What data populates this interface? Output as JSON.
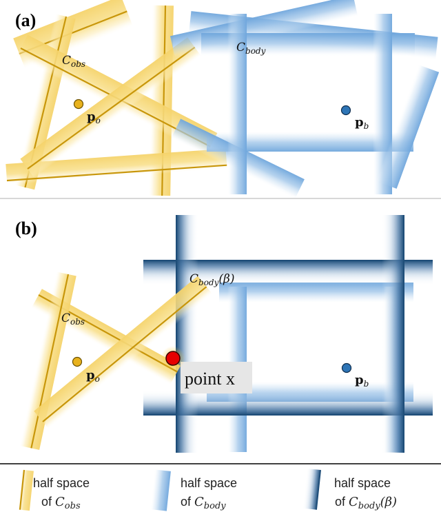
{
  "panels": {
    "a": {
      "label": "(a)",
      "c_obs_label": {
        "base": "C",
        "sub": "obs"
      },
      "c_body_label": {
        "base": "C",
        "sub": "body"
      },
      "p_o": {
        "base": "p",
        "sub": "o"
      },
      "p_b": {
        "base": "p",
        "sub": "b"
      }
    },
    "b": {
      "label": "(b)",
      "c_obs_label": {
        "base": "C",
        "sub": "obs"
      },
      "c_body_beta_label": {
        "base": "C",
        "sub": "body",
        "suffix": "(β)"
      },
      "p_o": {
        "base": "p",
        "sub": "o"
      },
      "p_b": {
        "base": "p",
        "sub": "b"
      },
      "point_x_label": "point x"
    }
  },
  "legend": [
    {
      "line1": "half space",
      "prefix": "of ",
      "base": "C",
      "sub": "obs",
      "suffix": ""
    },
    {
      "line1": "half space",
      "prefix": "of ",
      "base": "C",
      "sub": "body",
      "suffix": ""
    },
    {
      "line1": "half space",
      "prefix": "of ",
      "base": "C",
      "sub": "body",
      "suffix": "(β)"
    }
  ],
  "colors": {
    "obs": "#E6B21E",
    "obs_line": "#C8960A",
    "body": "#5B9BD5",
    "body_line": "#4A8AC8",
    "body_beta": "#1F4E79",
    "point_o": "#E8B21E",
    "point_b": "#2E75B6",
    "point_x": "#E60000"
  }
}
